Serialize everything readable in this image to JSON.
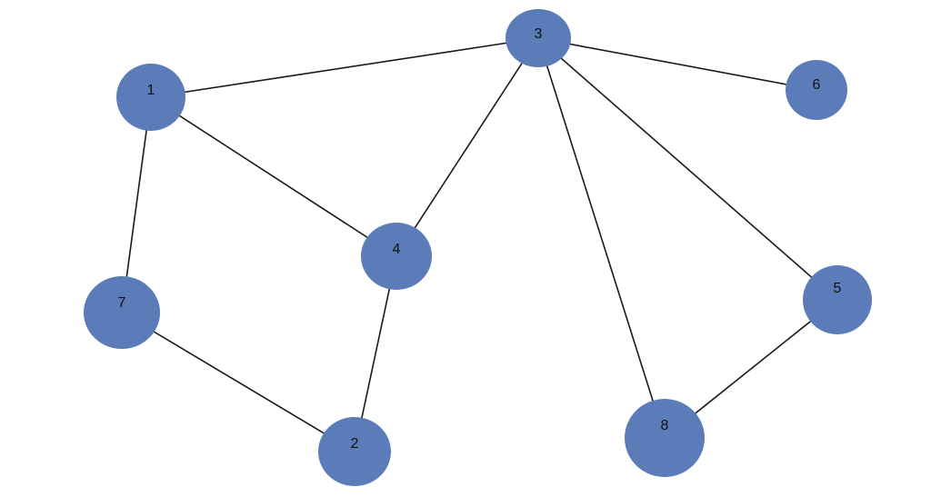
{
  "graph": {
    "node_color": "#5b7cb8",
    "edge_color": "#1a1a1a",
    "nodes": [
      {
        "id": "1",
        "label": "1"
      },
      {
        "id": "2",
        "label": "2"
      },
      {
        "id": "3",
        "label": "3"
      },
      {
        "id": "4",
        "label": "4"
      },
      {
        "id": "5",
        "label": "5"
      },
      {
        "id": "6",
        "label": "6"
      },
      {
        "id": "7",
        "label": "7"
      },
      {
        "id": "8",
        "label": "8"
      }
    ],
    "edges": [
      [
        "1",
        "3"
      ],
      [
        "3",
        "6"
      ],
      [
        "3",
        "4"
      ],
      [
        "3",
        "8"
      ],
      [
        "3",
        "5"
      ],
      [
        "1",
        "4"
      ],
      [
        "1",
        "7"
      ],
      [
        "4",
        "2"
      ],
      [
        "7",
        "2"
      ],
      [
        "5",
        "8"
      ]
    ]
  }
}
